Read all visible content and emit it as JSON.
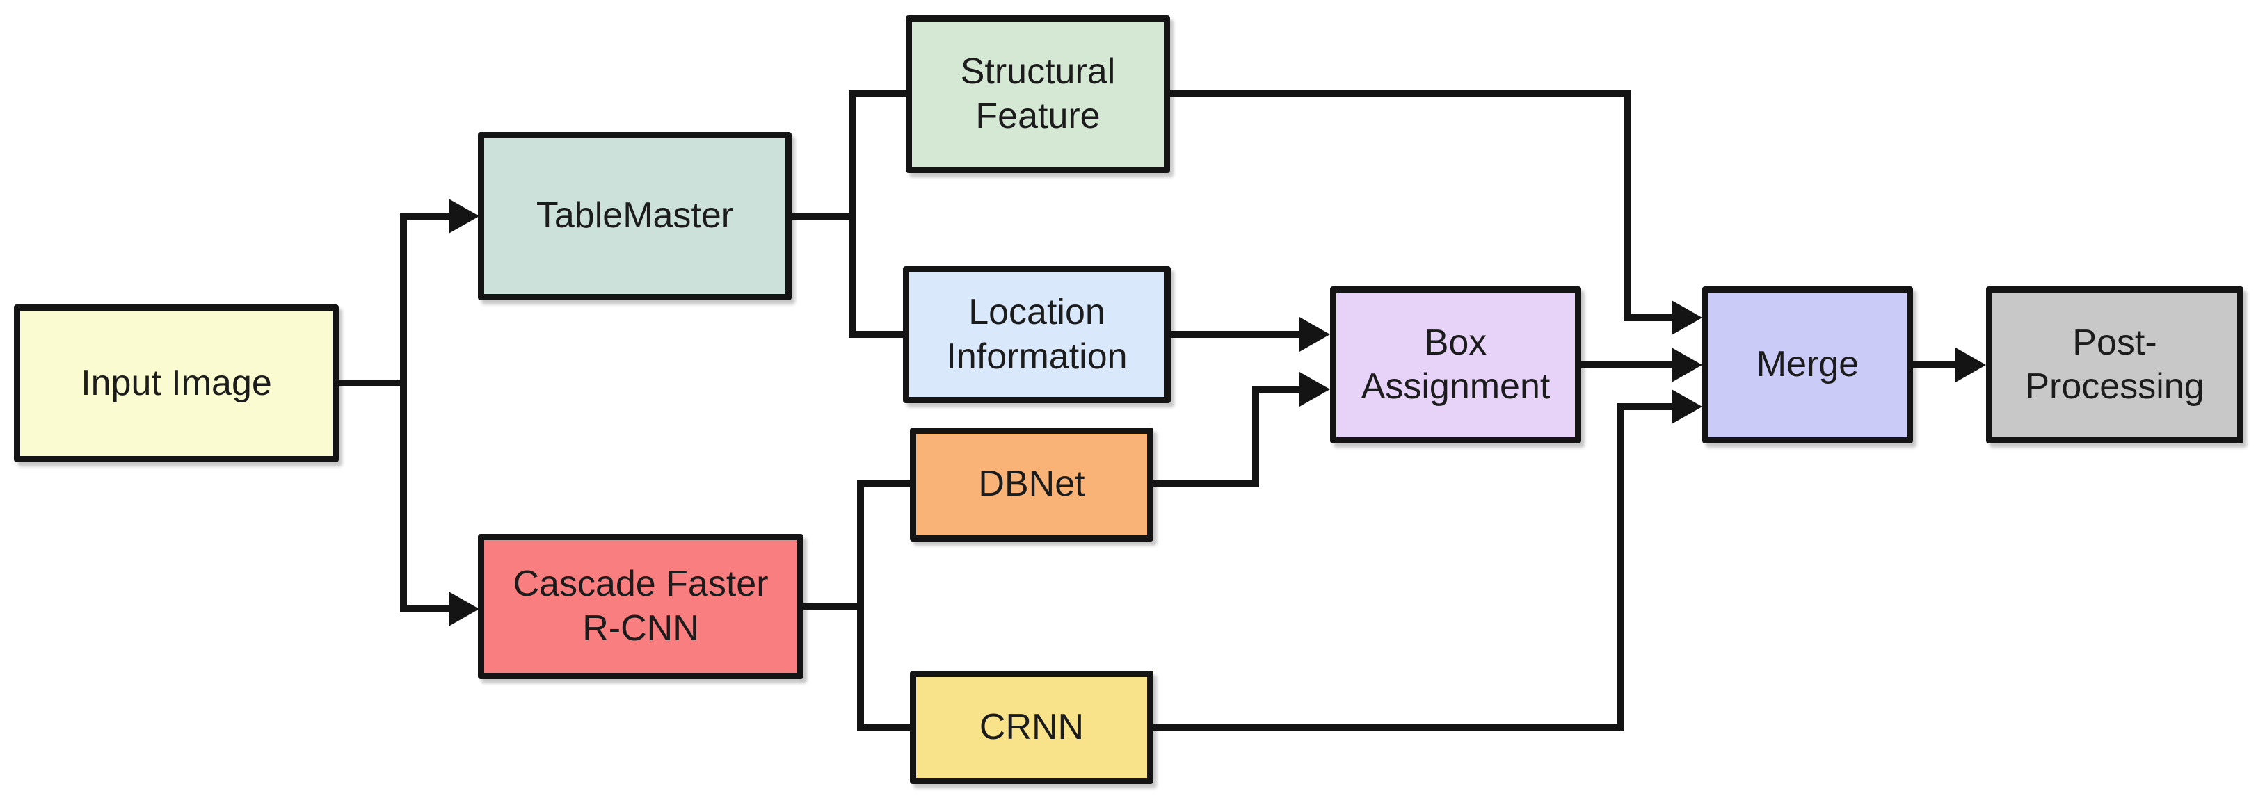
{
  "diagram": {
    "background": "#FFFFFF",
    "stroke": "#141414",
    "text_color": "#1C1C1C",
    "nodes": {
      "input_image": {
        "label": "Input Image",
        "fill": "#FBFBD2"
      },
      "tablemaster": {
        "label": "TableMaster",
        "fill": "#CDE1DB"
      },
      "structural_feature": {
        "label": "Structural\nFeature",
        "fill": "#D5E8D4"
      },
      "location_information": {
        "label": "Location\nInformation",
        "fill": "#DAE8FC"
      },
      "cascade_faster_rcnn": {
        "label": "Cascade Faster\nR-CNN",
        "fill": "#F97E80"
      },
      "dbnet": {
        "label": "DBNet",
        "fill": "#FAB377"
      },
      "crnn": {
        "label": "CRNN",
        "fill": "#F8E28A"
      },
      "box_assignment": {
        "label": "Box\nAssignment",
        "fill": "#E7D3F8"
      },
      "merge": {
        "label": "Merge",
        "fill": "#CBCBF8"
      },
      "post_processing": {
        "label": "Post-\nProcessing",
        "fill": "#C8C8C8"
      }
    },
    "edges": [
      {
        "from": "Input Image",
        "to": "TableMaster",
        "arrowhead": true
      },
      {
        "from": "Input Image",
        "to": "Cascade Faster R-CNN",
        "arrowhead": true
      },
      {
        "from": "TableMaster",
        "to": "Structural Feature",
        "arrowhead": false
      },
      {
        "from": "TableMaster",
        "to": "Location Information",
        "arrowhead": false
      },
      {
        "from": "Cascade Faster R-CNN",
        "to": "DBNet",
        "arrowhead": false
      },
      {
        "from": "Cascade Faster R-CNN",
        "to": "CRNN",
        "arrowhead": false
      },
      {
        "from": "Structural Feature",
        "to": "Merge",
        "arrowhead": true
      },
      {
        "from": "Location Information",
        "to": "Box Assignment",
        "arrowhead": true
      },
      {
        "from": "DBNet",
        "to": "Box Assignment",
        "arrowhead": true
      },
      {
        "from": "Box Assignment",
        "to": "Merge",
        "arrowhead": true
      },
      {
        "from": "CRNN",
        "to": "Merge",
        "arrowhead": true
      },
      {
        "from": "Merge",
        "to": "Post-Processing",
        "arrowhead": true
      }
    ]
  }
}
